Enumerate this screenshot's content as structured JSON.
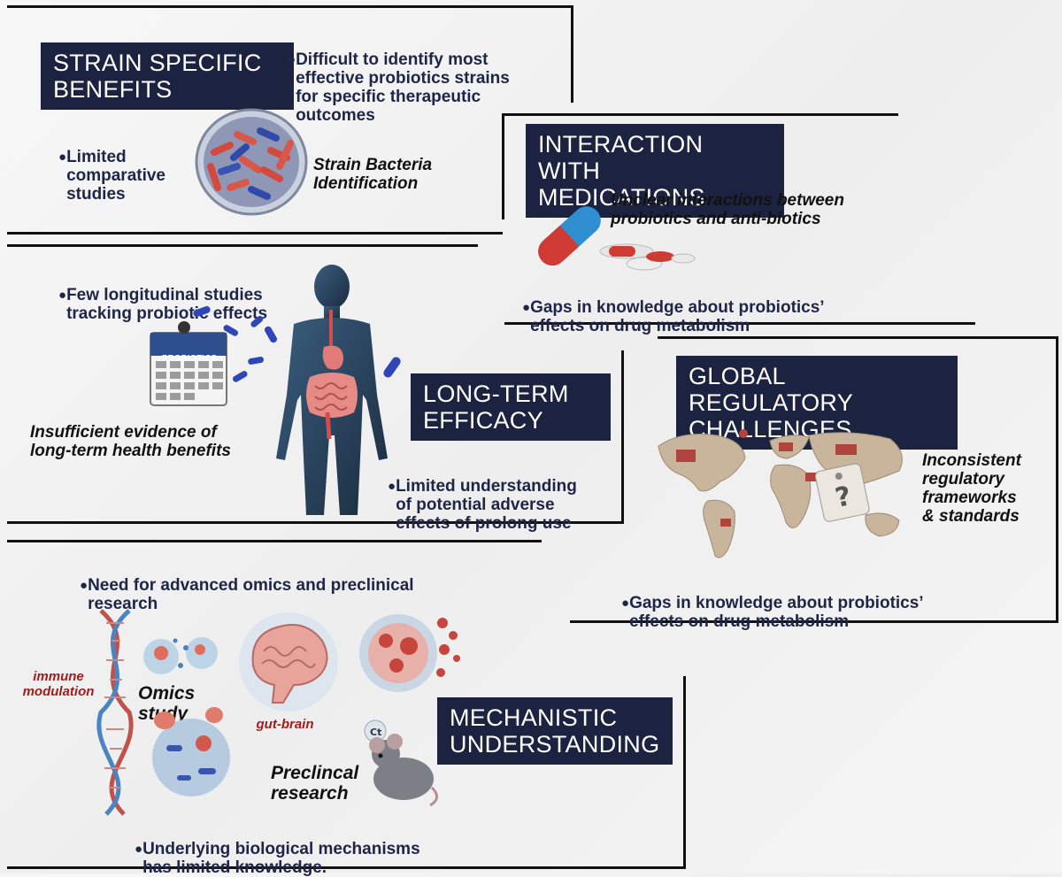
{
  "strain": {
    "title": "STRAIN SPECIFIC\nBENEFITS",
    "bullet1": "Difficult to identify most\neffective probiotics strains\nfor specific therapeutic\noutcomes",
    "bullet2": "Limited\ncomparative\nstudies",
    "caption": "Strain Bacteria\nIdentification"
  },
  "interaction": {
    "title": "INTERACTION WITH\nMEDICATIONS",
    "caption": "Unclear interactions between\nprobiotics and anti-biotics",
    "bullet": "Gaps in knowledge about probiotics’\neffects on drug metabolism"
  },
  "longterm": {
    "title": "LONG-TERM\nEFFICACY",
    "bullet1": "Few longitudinal studies\ntracking probiotic effects",
    "calendar_label": "PROBIOTICS",
    "caption": "Insufficient evidence of\nlong-term health benefits",
    "bullet2": "Limited understanding\nof potential adverse\neffects of prolong use"
  },
  "global": {
    "title": "GLOBAL REGULATORY\nCHALLENGES",
    "caption": "Inconsistent\nregulatory\nframeworks\n& standards",
    "bullet": "Gaps in knowledge about probiotics’\neffects on drug metabolism"
  },
  "mechanistic": {
    "title": "MECHANISTIC\nUNDERSTANDING",
    "bullet1": "Need for advanced omics and preclinical\nresearch",
    "immune": "immune\nmodulation",
    "omics": "Omics\nstudy",
    "gutbrain": "gut-brain",
    "preclinical": "Preclincal\nresearch",
    "bullet2": "Underlying biological mechanisms\nhas limited knowledge."
  },
  "colors": {
    "title_bg": "#1c2340",
    "text": "#1e2547",
    "accent_red": "#a21c1c"
  }
}
